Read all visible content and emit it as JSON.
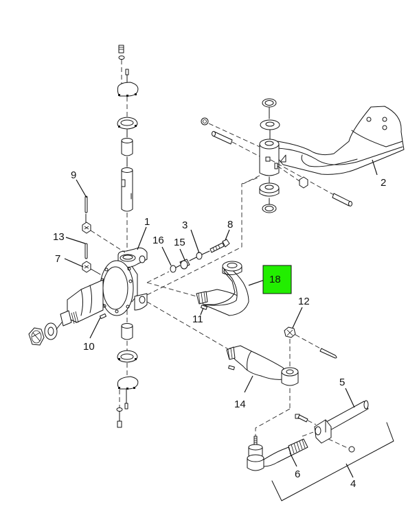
{
  "diagram": {
    "title": "Steering knuckle and tie rod assembly exploded view",
    "highlight_color": "#22ee00",
    "highlighted_callout": "18",
    "callouts": {
      "c1": "1",
      "c2": "2",
      "c3": "3",
      "c4": "4",
      "c5": "5",
      "c6": "6",
      "c7": "7",
      "c8": "8",
      "c9": "9",
      "c10": "10",
      "c11": "11",
      "c12": "12",
      "c13": "13",
      "c14": "14",
      "c15": "15",
      "c16": "16",
      "c18": "18"
    }
  }
}
